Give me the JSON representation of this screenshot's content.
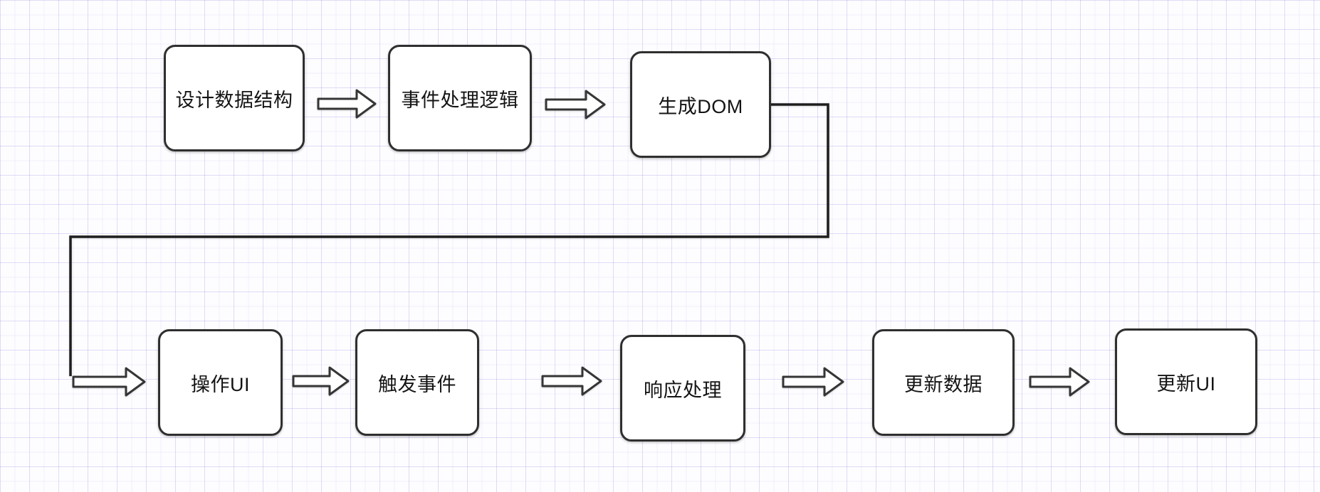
{
  "diagram": {
    "title": "UI data flow flowchart",
    "nodes": [
      {
        "id": "design-data-structure",
        "label": "设计数据结构",
        "row": "top",
        "shape": "rounded-rect"
      },
      {
        "id": "event-handling-logic",
        "label": "事件处理逻辑",
        "row": "top",
        "shape": "rounded-rect"
      },
      {
        "id": "generate-dom",
        "label": "生成DOM",
        "row": "top",
        "shape": "rounded-rect"
      },
      {
        "id": "operate-ui",
        "label": "操作UI",
        "row": "bottom",
        "shape": "rounded-rect"
      },
      {
        "id": "trigger-event",
        "label": "触发事件",
        "row": "bottom",
        "shape": "rounded-rect"
      },
      {
        "id": "response-handling",
        "label": "响应处理",
        "row": "bottom",
        "shape": "rounded-rect"
      },
      {
        "id": "update-data",
        "label": "更新数据",
        "row": "bottom",
        "shape": "rounded-rect"
      },
      {
        "id": "update-ui",
        "label": "更新UI",
        "row": "bottom",
        "shape": "rounded-rect"
      }
    ],
    "edges": [
      {
        "from": "design-data-structure",
        "to": "event-handling-logic",
        "style": "hollow-block-arrow"
      },
      {
        "from": "event-handling-logic",
        "to": "generate-dom",
        "style": "hollow-block-arrow"
      },
      {
        "from": "generate-dom",
        "to": "operate-ui",
        "style": "elbow-polyline-then-hollow-block-arrow"
      },
      {
        "from": "operate-ui",
        "to": "trigger-event",
        "style": "hollow-block-arrow"
      },
      {
        "from": "trigger-event",
        "to": "response-handling",
        "style": "hollow-block-arrow"
      },
      {
        "from": "response-handling",
        "to": "update-data",
        "style": "hollow-block-arrow"
      },
      {
        "from": "update-data",
        "to": "update-ui",
        "style": "hollow-block-arrow"
      }
    ],
    "colors": {
      "canvas_background": "#fdfdff",
      "grid_line_minor": "#ece9f9",
      "grid_line_major": "#e0dcf4",
      "node_fill": "#ffffff",
      "node_border": "#2f2f2f",
      "connector_stroke": "#1e1e1e",
      "arrow_fill": "#ffffff",
      "arrow_stroke": "#353535",
      "text": "#141414"
    }
  }
}
